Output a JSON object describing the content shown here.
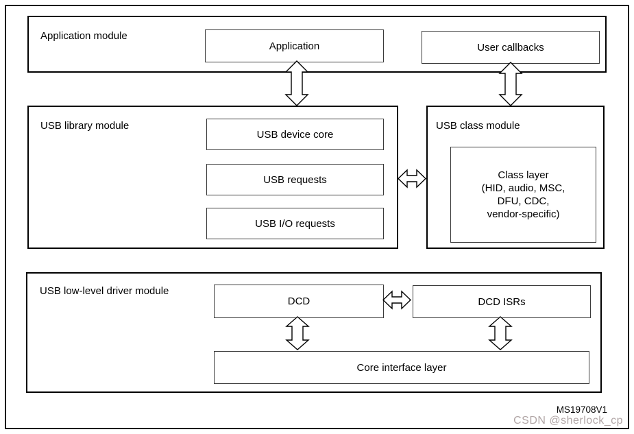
{
  "figure": {
    "code": "MS19708V1",
    "watermark_text": "CSDN @sherlock_cp"
  },
  "colors": {
    "border": "#000000",
    "background": "#ffffff",
    "watermark": "#b1a6a6"
  },
  "modules": {
    "application": {
      "label": "Application module",
      "application_box": "Application",
      "user_callbacks_box": "User callbacks"
    },
    "usb_library": {
      "label": "USB library module",
      "usb_device_core_box": "USB device core",
      "usb_requests_box": "USB requests",
      "usb_io_requests_box": "USB I/O requests"
    },
    "usb_class": {
      "label": "USB class module",
      "class_layer_lines": [
        "Class layer",
        "(HID, audio, MSC,",
        "DFU, CDC,",
        "vendor-specific)"
      ]
    },
    "usb_low_level": {
      "label": "USB low-level driver module",
      "dcd_box": "DCD",
      "dcd_isrs_box": "DCD ISRs",
      "core_interface_box": "Core interface layer"
    }
  },
  "arrows": [
    {
      "name": "application-to-usb-library",
      "type": "bidirectional-vertical"
    },
    {
      "name": "user-callbacks-to-usb-class",
      "type": "bidirectional-vertical"
    },
    {
      "name": "usb-library-to-usb-class",
      "type": "bidirectional-horizontal"
    },
    {
      "name": "dcd-to-dcd-isrs",
      "type": "bidirectional-horizontal"
    },
    {
      "name": "dcd-to-core-interface",
      "type": "bidirectional-vertical"
    },
    {
      "name": "dcd-isrs-to-core-interface",
      "type": "bidirectional-vertical"
    }
  ]
}
